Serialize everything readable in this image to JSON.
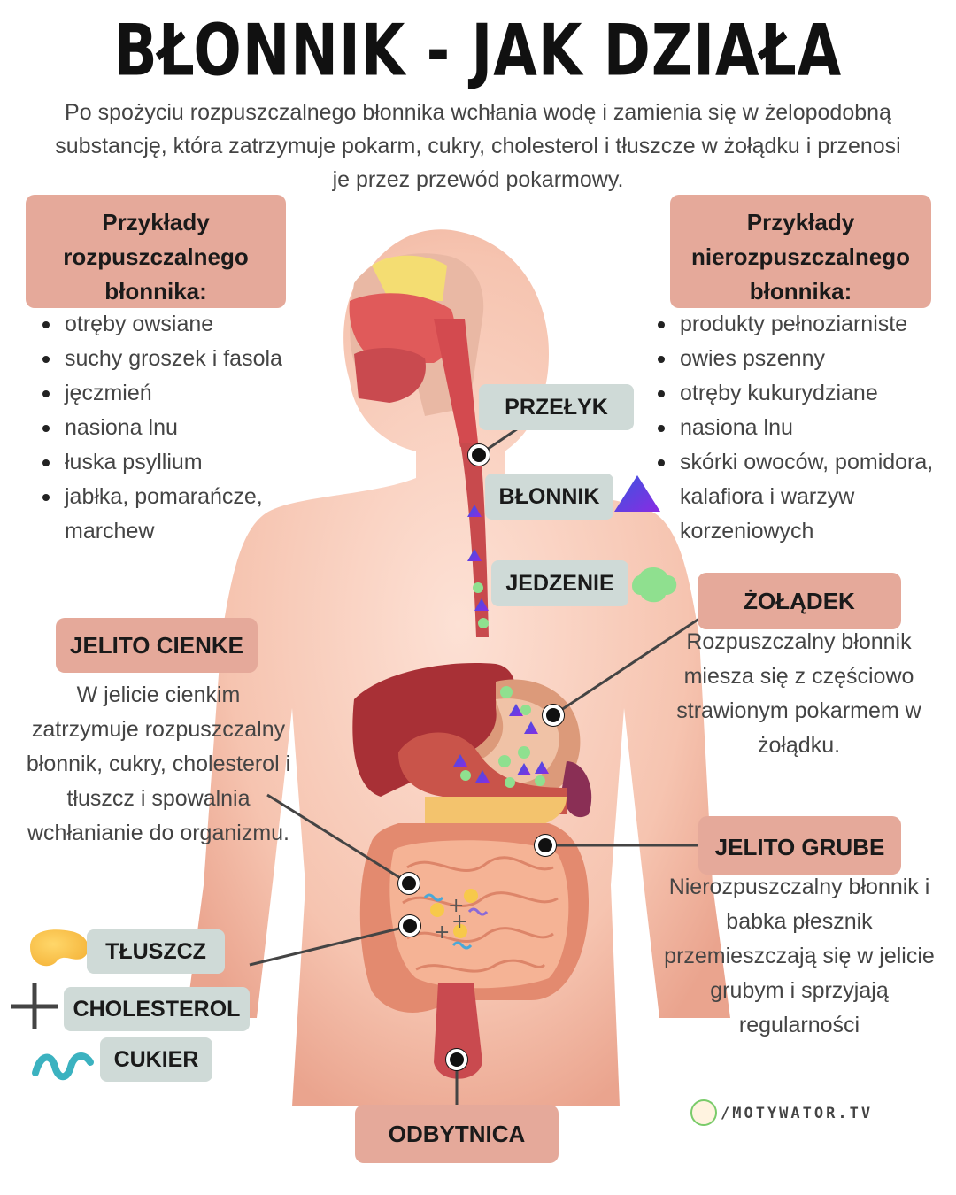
{
  "title": "BŁONNIK - JAK DZIAŁA",
  "intro": "Po spożyciu rozpuszczalnego błonnika wchłania wodę i zamienia się w żelopodobną substancję, która zatrzymuje pokarm, cukry, cholesterol i tłuszcze w żołądku i przenosi je przez przewód pokarmowy.",
  "soluble": {
    "header": "Przykłady rozpuszczalnego błonnika:",
    "items": [
      "otręby owsiane",
      "suchy groszek i fasola",
      "jęczmień",
      "nasiona lnu",
      "łuska psyllium",
      "jabłka, pomarańcze, marchew"
    ]
  },
  "insoluble": {
    "header": "Przykłady nierozpuszczalnego błonnika:",
    "items": [
      "produkty pełnoziarniste",
      "owies pszenny",
      "otręby kukurydziane",
      "nasiona lnu",
      "skórki owoców, pomidora, kalafiora i warzyw korzeniowych"
    ]
  },
  "labels": {
    "przelyk": "PRZEŁYK",
    "blonnik": "BŁONNIK",
    "jedzenie": "JEDZENIE",
    "zoladek": "ŻOŁĄDEK",
    "jelito_cienkie": "JELITO CIENKE",
    "jelito_grube": "JELITO GRUBE",
    "odbytnica": "ODBYTNICA"
  },
  "texts": {
    "zoladek": "Rozpuszczalny błonnik miesza się z częściowo strawionym pokarmem w żołądku.",
    "jelito_cienkie": "W jelicie cienkim zatrzymuje rozpuszczalny błonnik, cukry, cholesterol i tłuszcz i spowalnia wchłanianie do organizmu.",
    "jelito_grube": "Nierozpuszczalny błonnik i babka płesznik przemieszczają się w jelicie grubym i sprzyjają regularności"
  },
  "legend": {
    "tluszcz": "TŁUSZCZ",
    "cholesterol": "CHOLESTEROL",
    "cukier": "CUKIER"
  },
  "brand": "/MOTYWATOR.TV",
  "colors": {
    "pink_box": "#e5a99a",
    "gray_box": "#cfdad7",
    "skin": "#f6c7b5",
    "organ_red": "#c8474a",
    "fat_yellow": "#f7c94a",
    "food_green": "#8fe08f"
  },
  "icons": [
    "fiber-triangle-icon",
    "food-blob-icon",
    "fat-blob-icon",
    "cholesterol-plus-icon",
    "sugar-wave-icon",
    "brand-logo-icon"
  ]
}
